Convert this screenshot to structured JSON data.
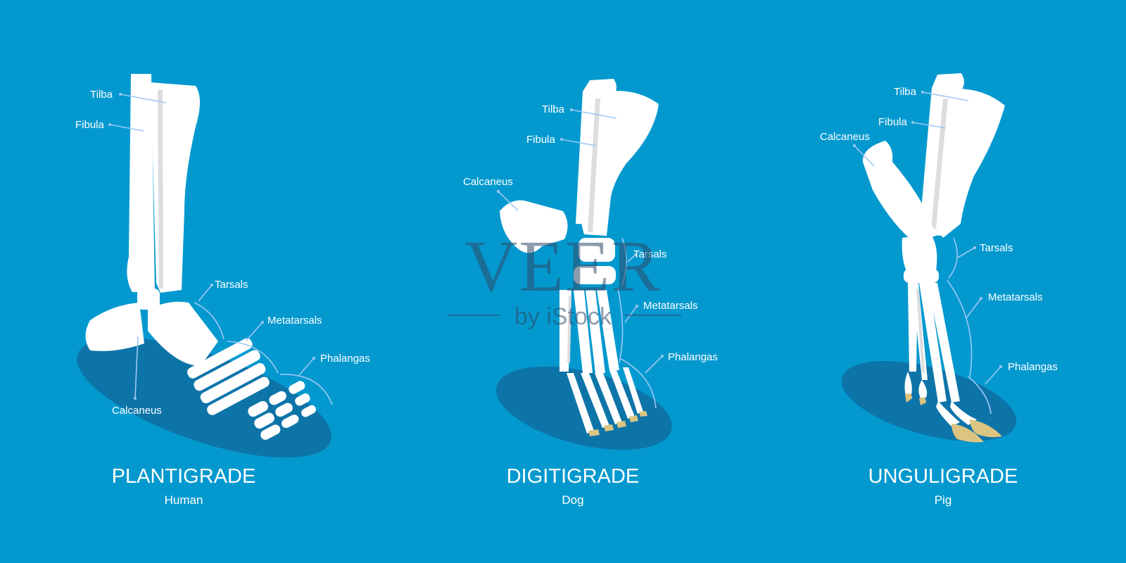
{
  "panels": {
    "plantigrade": {
      "title": "PLANTIGRADE",
      "subtitle": "Human",
      "labels": {
        "tibia": "Tilba",
        "fibula": "Fibula",
        "tarsals": "Tarsals",
        "metatarsals": "Metatarsals",
        "phalanges": "Phalangas",
        "calcaneus": "Calcaneus"
      }
    },
    "digitigrade": {
      "title": "DIGITIGRADE",
      "subtitle": "Dog",
      "labels": {
        "tibia": "Tilba",
        "fibula": "Fibula",
        "calcaneus": "Calcaneus",
        "tarsals": "Tarsals",
        "metatarsals": "Metatarsals",
        "phalanges": "Phalangas"
      }
    },
    "unguligrade": {
      "title": "UNGULIGRADE",
      "subtitle": "Pig",
      "labels": {
        "tibia": "Tilba",
        "fibula": "Fibula",
        "calcaneus": "Calcaneus",
        "tarsals": "Tarsals",
        "metatarsals": "Metatarsals",
        "phalanges": "Phalangas"
      }
    }
  },
  "watermark": {
    "brand": "VEER",
    "tagline": "by iStock"
  },
  "colors": {
    "background": "#0399cf",
    "bone": "#ffffff",
    "bone_shade": "#dcdde0",
    "shadow": "#0d74a8",
    "hoof": "#dcc481",
    "leader": "#9ec7f5"
  }
}
